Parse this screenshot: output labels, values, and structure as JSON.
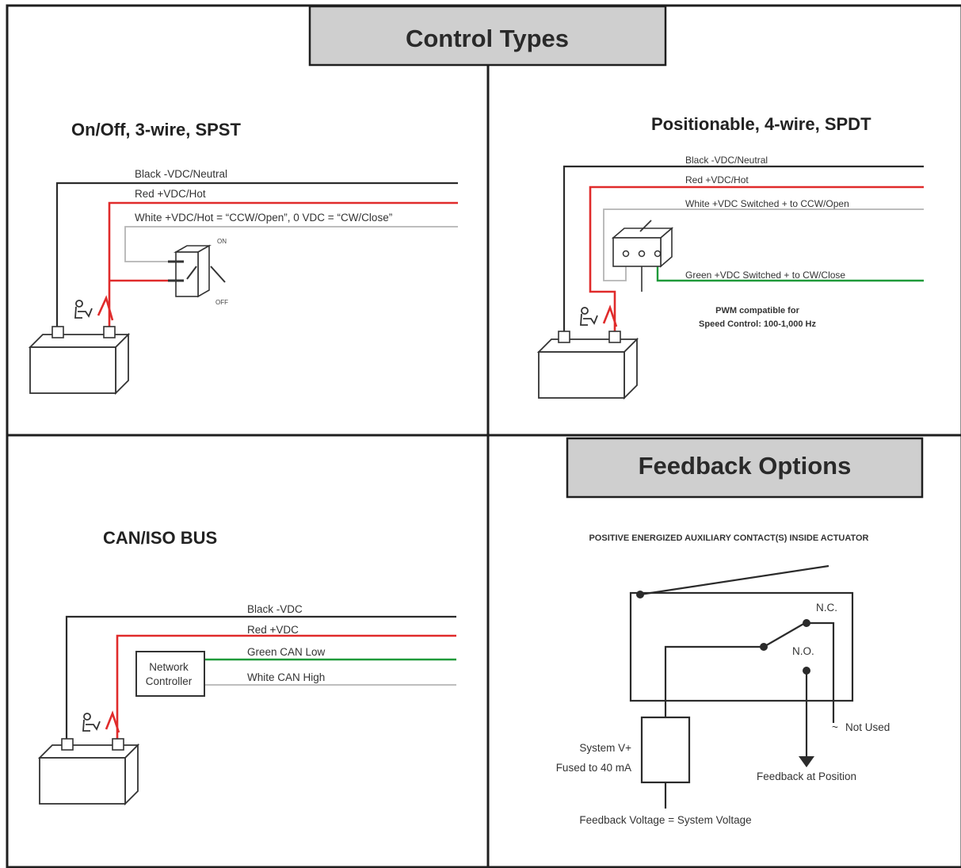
{
  "titles": {
    "control_types": "Control Types",
    "feedback_options": "Feedback Options"
  },
  "onoff": {
    "title": "On/Off, 3-wire, SPST",
    "black": "Black -VDC/Neutral",
    "red": "Red +VDC/Hot",
    "white": "White +VDC/Hot = “CCW/Open”, 0 VDC = “CW/Close”",
    "on": "ON",
    "off": "OFF"
  },
  "positionable": {
    "title": "Positionable, 4-wire, SPDT",
    "black": "Black -VDC/Neutral",
    "red": "Red +VDC/Hot",
    "white": "White +VDC Switched + to CCW/Open",
    "green": "Green +VDC Switched + to CW/Close",
    "pwm_line1": "PWM compatible for",
    "pwm_line2": "Speed Control: 100-1,000 Hz"
  },
  "can": {
    "title": "CAN/ISO BUS",
    "black": "Black -VDC",
    "red": "Red +VDC",
    "green": "Green CAN Low",
    "white": "White CAN High",
    "controller_line1": "Network",
    "controller_line2": "Controller"
  },
  "feedback": {
    "heading": "POSITIVE ENERGIZED AUXILIARY CONTACT(S) INSIDE ACTUATOR",
    "nc": "N.C.",
    "no": "N.O.",
    "not_used": "Not Used",
    "system_v_line1": "System V+",
    "system_v_line2": "Fused to 40 mA",
    "feedback_at_position": "Feedback at Position",
    "feedback_voltage": "Feedback Voltage = System Voltage"
  },
  "colors": {
    "black_wire": "#2b2b2b",
    "red_wire": "#e02b2b",
    "green_wire": "#1f9a3a",
    "white_wire": "#b4b4b4",
    "title_box": "#cfcfcf"
  }
}
